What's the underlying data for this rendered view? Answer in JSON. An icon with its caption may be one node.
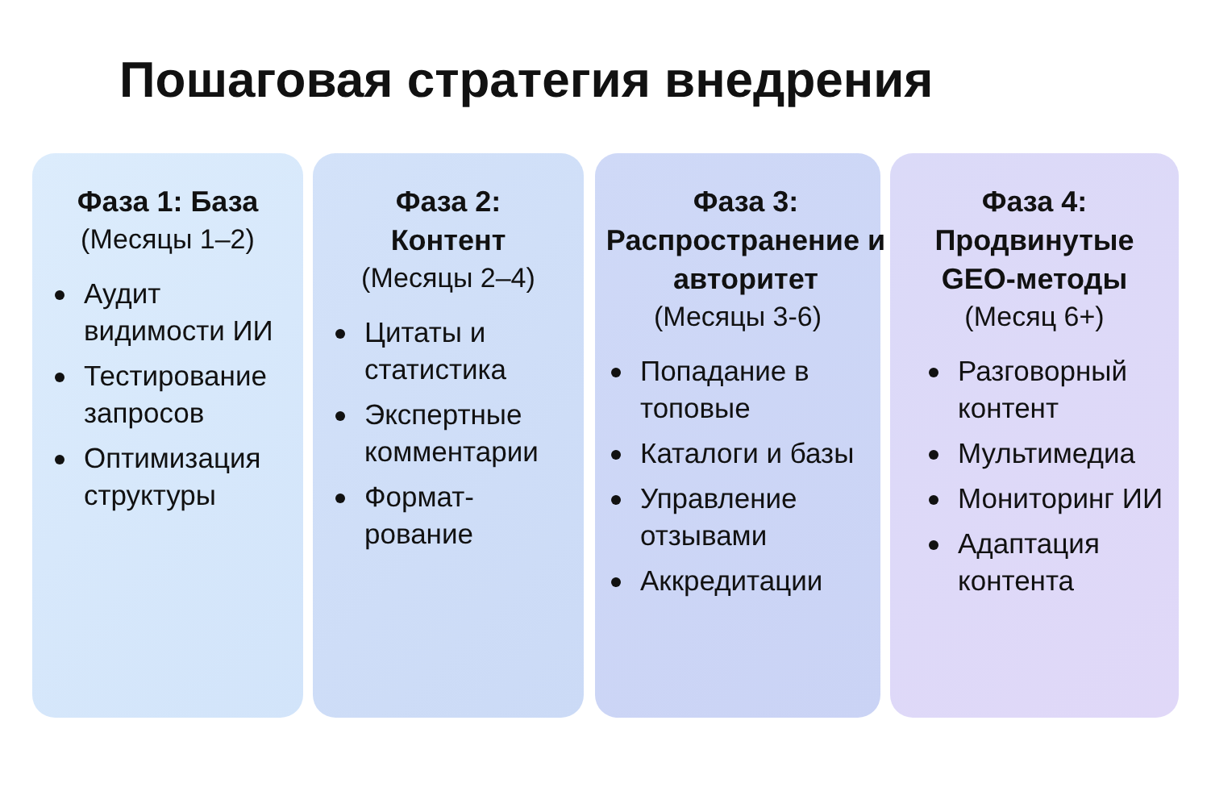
{
  "diagram": {
    "title": "Пошаговая стратегия внедрения",
    "nodes": [
      {
        "text": [
          "Фаза 1: База",
          "(Месяцы 1–2)",
          "Аудит видимости ИИ",
          "Тестирование запросов",
          "Оптимизация структуры"
        ]
      },
      {
        "text": [
          "Фаза 2: Контент",
          "(Месяцы 2–4)",
          "Цитаты и статистика",
          "Экспертные комментарии",
          "Формат- рование"
        ]
      },
      {
        "text": [
          "Фаза 3: Распространение и авторитет",
          "(Месяцы 3-6)",
          "Попадание в топовые",
          "Каталоги и базы",
          "Управление отзывами",
          "Аккредитации"
        ]
      },
      {
        "text": [
          "Фаза 4: Продвинутые GEO-методы",
          "(Месяц 6+)",
          "Разговорный контент",
          "Мультимедиа",
          "Мониторинг ИИ",
          "Адаптация контента"
        ]
      }
    ]
  }
}
